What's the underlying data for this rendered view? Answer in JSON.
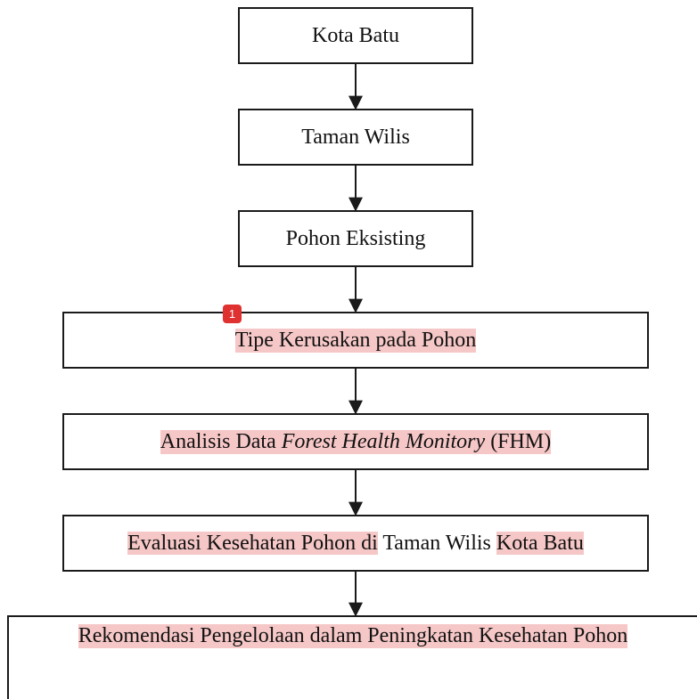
{
  "nodes": {
    "kota_batu": "Kota Batu",
    "taman_wilis": "Taman Wilis",
    "pohon_eksisting": "Pohon Eksisting",
    "tipe_kerusakan": "Tipe Kerusakan pada Pohon",
    "analisis": {
      "prefix": "Analisis Data ",
      "italic": "Forest Health Monitory",
      "suffix": " (FHM)"
    },
    "evaluasi": {
      "part1": "Evaluasi Kesehatan Pohon di",
      "part2": " Taman Wilis ",
      "part3": "Kota Batu"
    },
    "rekomendasi": "Rekomendasi Pengelolaan dalam Peningkatan Kesehatan Pohon"
  },
  "annotation": {
    "badge": "1"
  },
  "colors": {
    "highlight": "#f6c7c7",
    "badge": "#e03131",
    "stroke": "#1a1a1a"
  }
}
